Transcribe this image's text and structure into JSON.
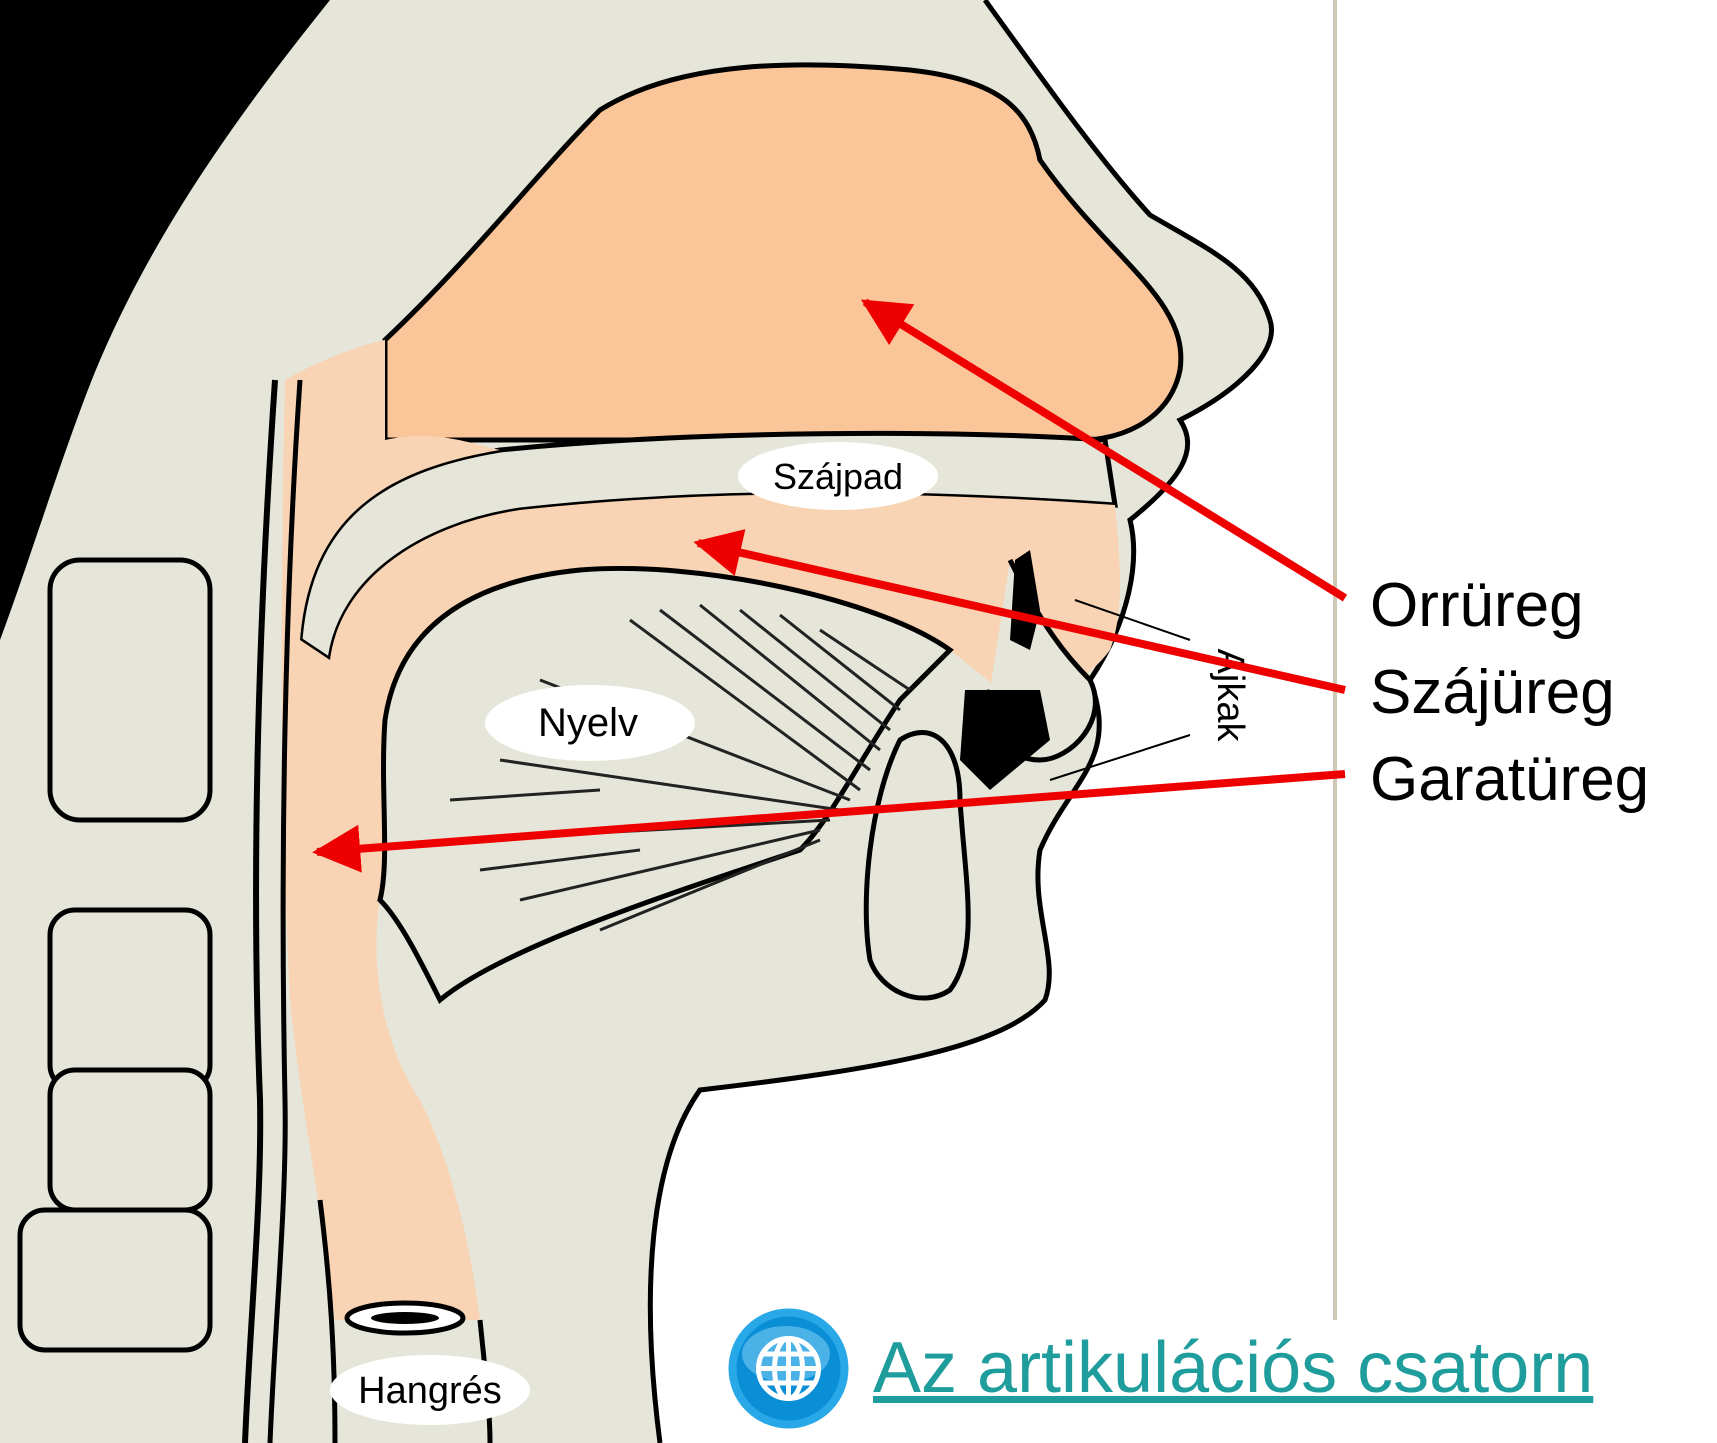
{
  "diagram": {
    "anatomy_labels": {
      "palate": "Szájpad",
      "tongue": "Nyelv",
      "lips": "Ajkak",
      "glottis": "Hangrés"
    },
    "region_labels": {
      "nasal_cavity": "Orrüreg",
      "oral_cavity": "Szájüreg",
      "pharyngeal_cavity": "Garatüreg"
    },
    "arrow_color": "#ee0000",
    "cavity_colors": {
      "nasal": "#fac598",
      "oral_pharyngeal": "#f8d4b4"
    },
    "tissue_color": "#e6e5d9"
  },
  "link": {
    "text": "Az artikulációs csatorn",
    "icon": "globe-icon",
    "color": "#1f9c9c"
  }
}
